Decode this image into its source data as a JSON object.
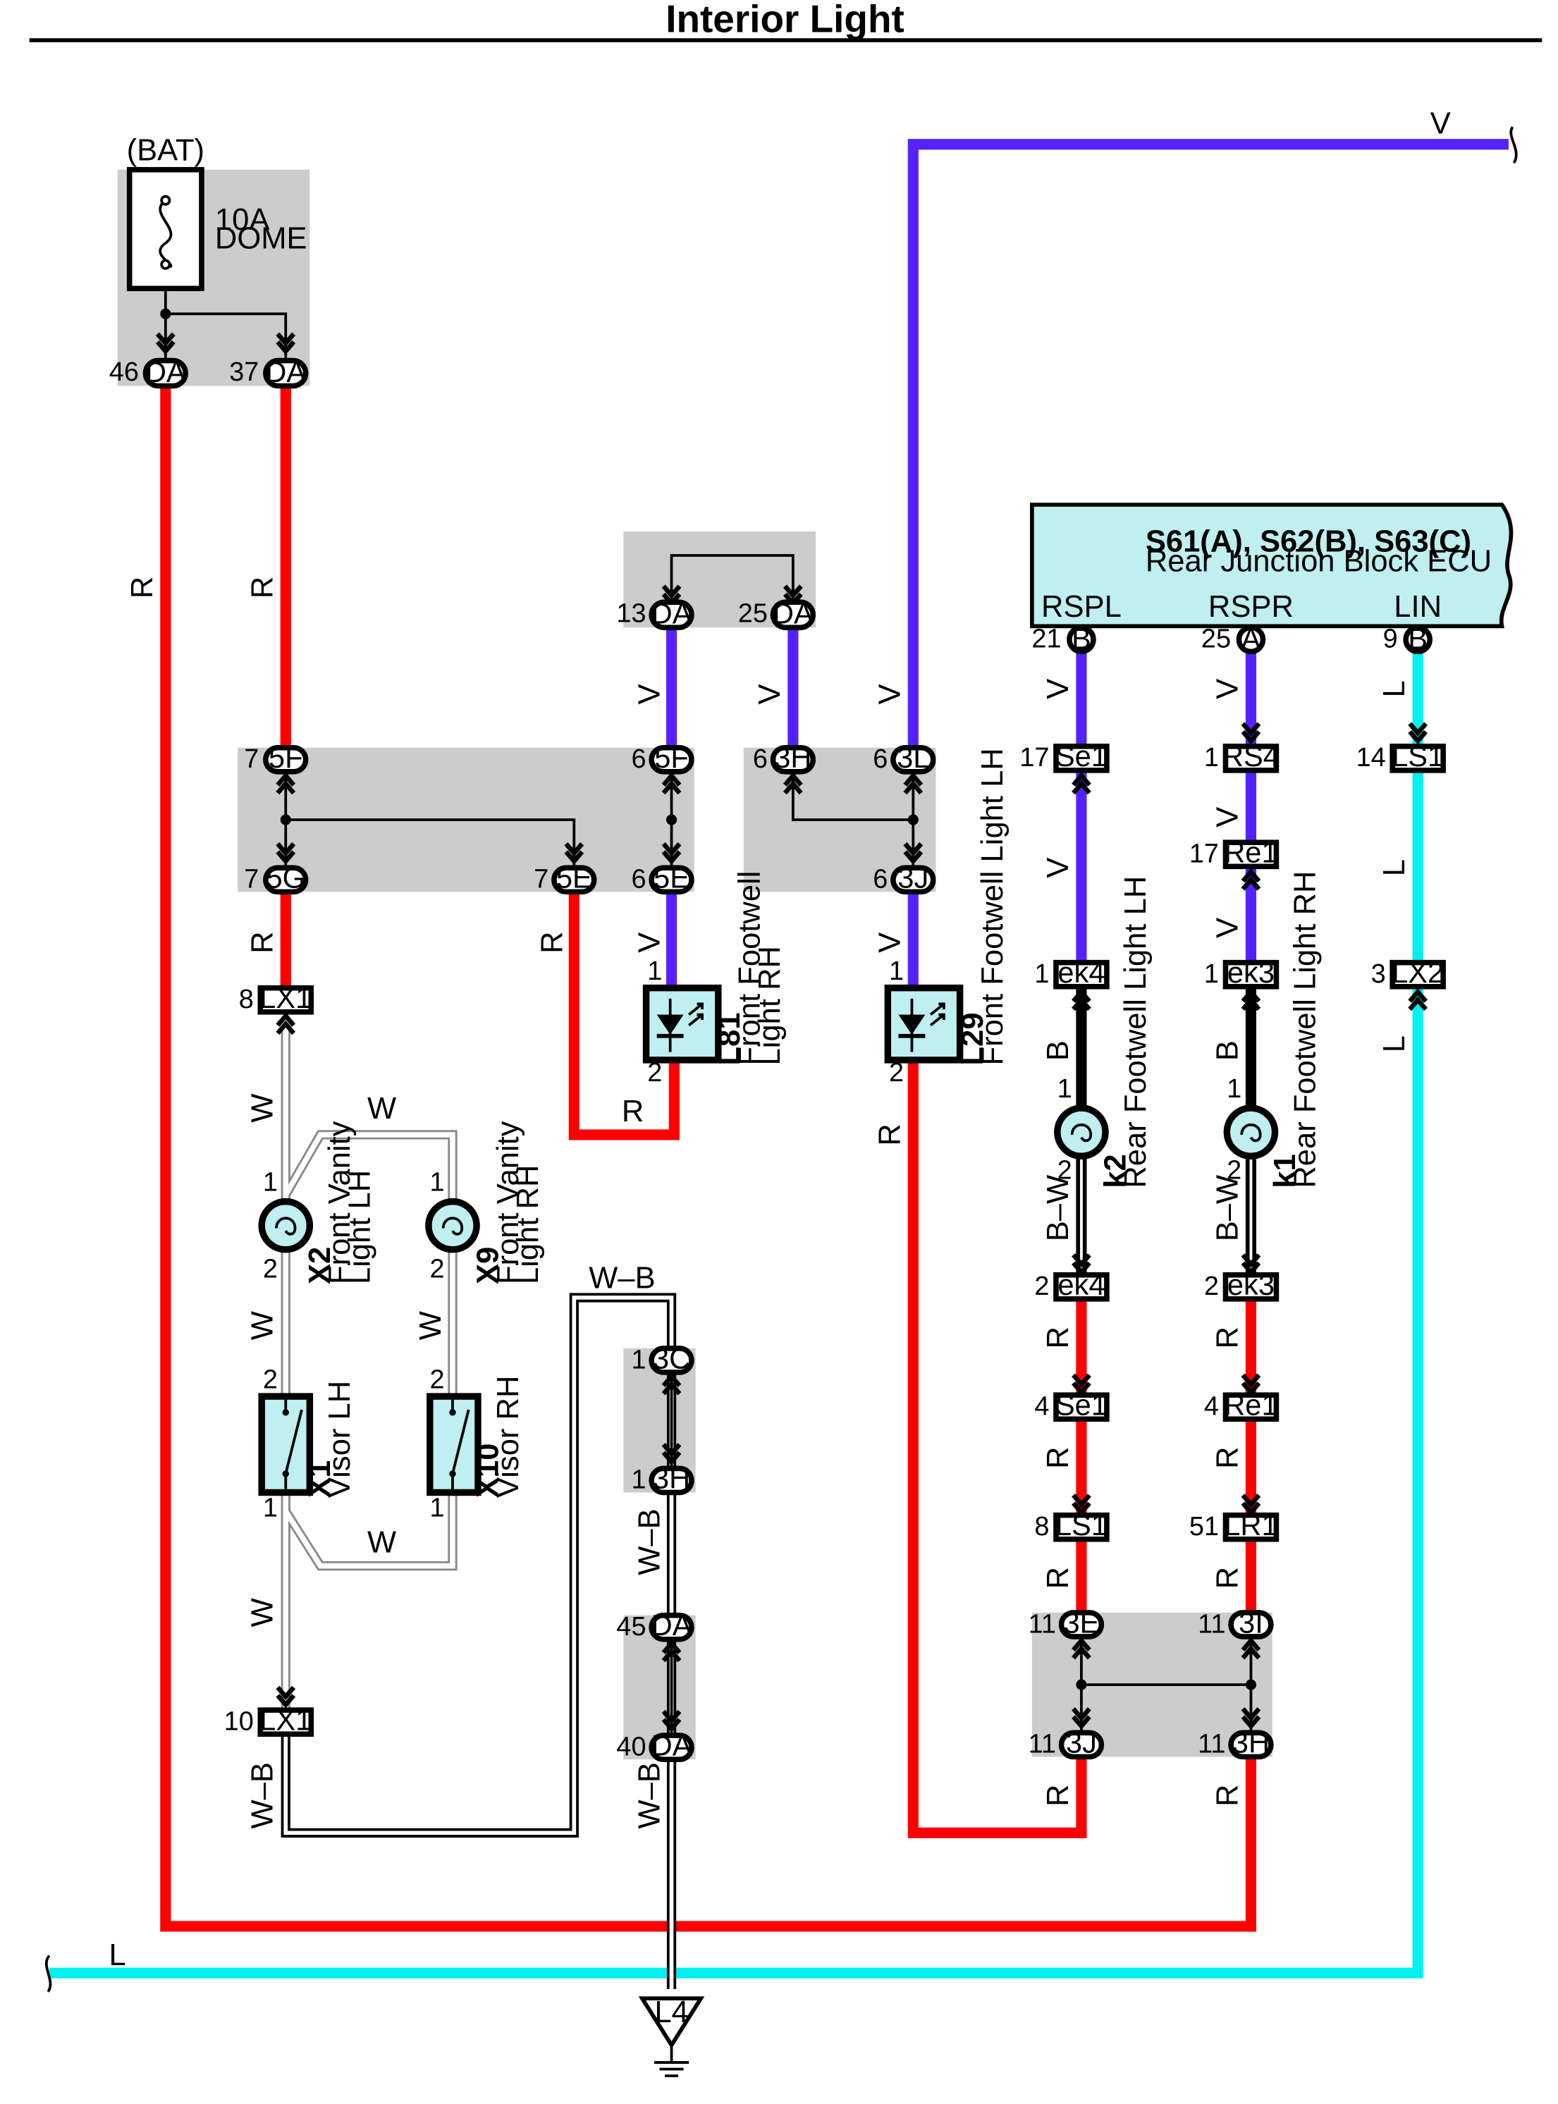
{
  "title": "Interior Light",
  "colors": {
    "R": "#ff0000",
    "V": "#5522ff",
    "L": "#00f0f0",
    "B": "#000000",
    "W": "#ffffff",
    "gray_block": "#cccccc",
    "component": "#bfeff0"
  },
  "fuse": {
    "supply": "(BAT)",
    "rating": "10A",
    "name": "DOME"
  },
  "ecu": {
    "codes": "S61(A), S62(B), S63(C)",
    "name": "Rear Junction Block ECU",
    "pin_rspl": "RSPL",
    "pin_rspr": "RSPR",
    "pin_lin": "LIN"
  },
  "wire_colors": {
    "R": "R",
    "V": "V",
    "L": "L",
    "W": "W",
    "W_B": "W–B",
    "B": "B",
    "B_W": "B–W"
  },
  "connectors": {
    "da": "DA",
    "c5f": "5F",
    "c5g": "5G",
    "c5e": "5E",
    "c3h": "3H",
    "c3l": "3L",
    "c3j": "3J",
    "c3c": "3C",
    "c3e": "3E",
    "c3i": "3I",
    "lx1": "LX1",
    "lx2": "LX2",
    "se1": "Se1",
    "rs4": "RS4",
    "re1": "Re1",
    "ls1": "LS1",
    "ek4": "ek4",
    "ek3": "ek3",
    "lr1": "LR1",
    "b": "B",
    "a": "A"
  },
  "pins": {
    "p1": "1",
    "p2": "2",
    "p3": "3",
    "p4": "4",
    "p6": "6",
    "p7": "7",
    "p8": "8",
    "p9": "9",
    "p10": "10",
    "p11": "11",
    "p13": "13",
    "p14": "14",
    "p17": "17",
    "p21": "21",
    "p25": "25",
    "p37": "37",
    "p40": "40",
    "p45": "45",
    "p46": "46",
    "p51": "51"
  },
  "components": {
    "l81": {
      "code": "L81",
      "name1": "Front Footwell",
      "name2": "Light RH"
    },
    "l29": {
      "code": "L29",
      "name": "Front Footwell Light LH"
    },
    "k2": {
      "code": "k2",
      "name": "Rear Footwell Light LH"
    },
    "k1": {
      "code": "k1",
      "name": "Rear Footwell Light RH"
    },
    "x2": {
      "code": "X2",
      "name1": "Front Vanity",
      "name2": "Light LH"
    },
    "x9": {
      "code": "X9",
      "name1": "Front Vanity",
      "name2": "Light RH"
    },
    "x1": {
      "code": "X1",
      "name": "Visor LH"
    },
    "x10": {
      "code": "X10",
      "name": "Visor RH"
    }
  },
  "ground": "L4"
}
